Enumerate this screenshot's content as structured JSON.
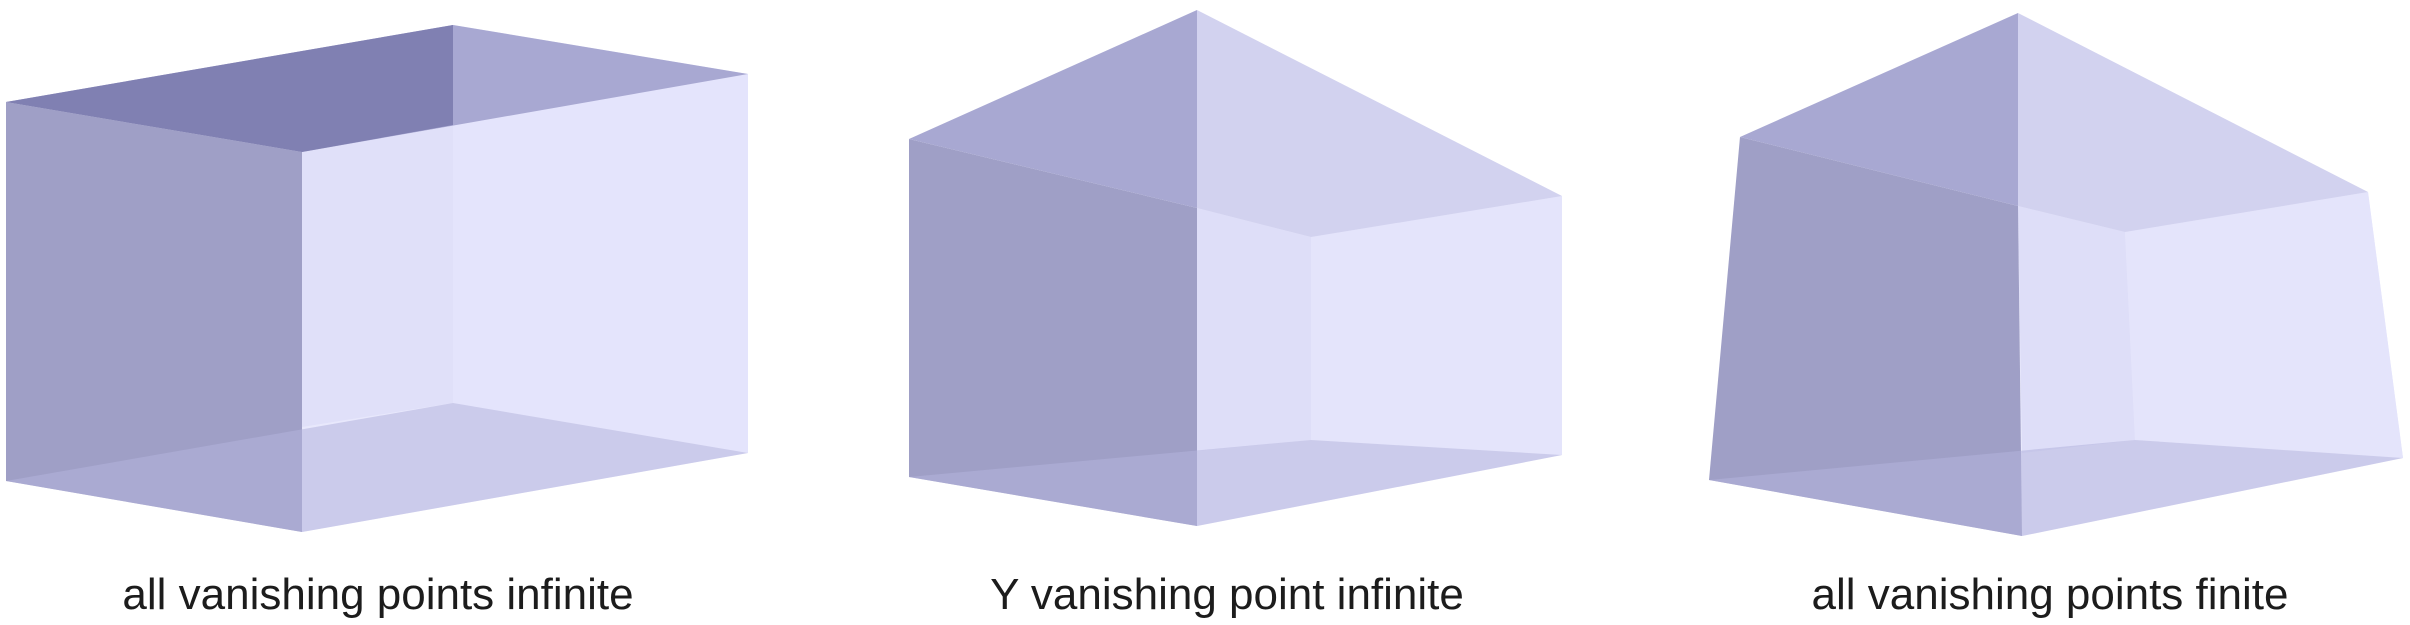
{
  "captions": [
    "all vanishing points infinite",
    "Y vanishing point infinite",
    "all vanishing points finite"
  ],
  "colors": {
    "background": "#ffffff",
    "back_face": "#e4e4fb",
    "right_face": "#e4e4fb",
    "left_face": "#9f9fc6",
    "top_face": "#a8a8d2",
    "bottom_face": "#b3b3dd",
    "inner_side_face": "#c9c9e9",
    "inner_floor_face": "#dcdcf6",
    "ceiling_face": "#d2d2ef",
    "top_dark": "#8080b2",
    "caption_text": "#1c1c1c"
  }
}
